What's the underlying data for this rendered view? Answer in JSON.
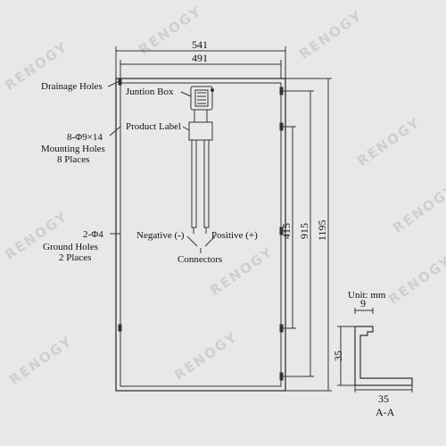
{
  "watermark": "RENOGY",
  "dimensions": {
    "outer_width": "541",
    "inner_width": "491",
    "mounting_spacing": "415",
    "ground_spacing": "915",
    "overall_length": "1195"
  },
  "labels": {
    "drainage_holes": "Drainage Holes",
    "junction_box": "Juntion Box",
    "product_label": "Product Label",
    "mounting_spec": "8-Φ9×14",
    "mounting_line1": "Mounting Holes",
    "mounting_line2": "8 Places",
    "ground_spec": "2-Φ4",
    "ground_line1": "Ground Holes",
    "ground_line2": "2 Places",
    "negative": "Negative (-)",
    "positive": "Positive (+)",
    "connectors": "Connectors"
  },
  "section": {
    "unit": "Unit: mm",
    "top_width": "9",
    "height": "35",
    "bottom_width": "35",
    "name": "A-A"
  }
}
